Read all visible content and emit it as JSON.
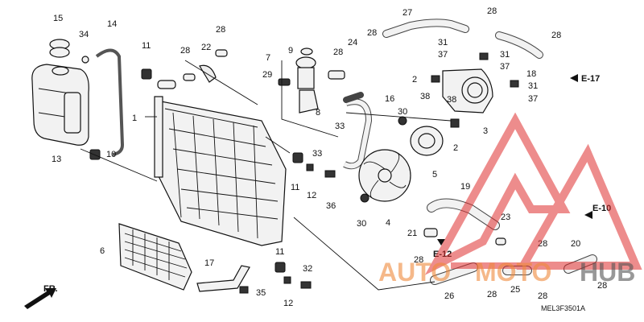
{
  "diagram": {
    "code": "MEL3F3501A",
    "front_label": "FR.",
    "refs": {
      "e17": "E-17",
      "e10": "E-10",
      "e12": "E-12"
    },
    "callouts": {
      "c1": "1",
      "c2a": "2",
      "c2b": "2",
      "c3": "3",
      "c4": "4",
      "c5": "5",
      "c6": "6",
      "c7": "7",
      "c8": "8",
      "c9": "9",
      "c10": "10",
      "c11a": "11",
      "c11b": "11",
      "c11c": "11",
      "c12a": "12",
      "c12b": "12",
      "c13": "13",
      "c14": "14",
      "c15": "15",
      "c16": "16",
      "c17": "17",
      "c18": "18",
      "c19": "19",
      "c20": "20",
      "c21": "21",
      "c22": "22",
      "c23": "23",
      "c24": "24",
      "c25": "25",
      "c26": "26",
      "c27": "27",
      "c28a": "28",
      "c28b": "28",
      "c28c": "28",
      "c28d": "28",
      "c28e": "28",
      "c28f": "28",
      "c28g": "28",
      "c28h": "28",
      "c28i": "28",
      "c29": "29",
      "c30a": "30",
      "c30b": "30",
      "c31a": "31",
      "c31b": "31",
      "c31c": "31",
      "c32": "32",
      "c33a": "33",
      "c33b": "33",
      "c34": "34",
      "c35": "35",
      "c36": "36",
      "c37a": "37",
      "c37b": "37",
      "c37c": "37",
      "c38a": "38",
      "c38b": "38"
    }
  },
  "watermark": {
    "word_a": "AUTO",
    "word_b": "MOTO",
    "word_c": "HUB",
    "color_red": "#e03030",
    "color_orange": "#f08a3c"
  }
}
